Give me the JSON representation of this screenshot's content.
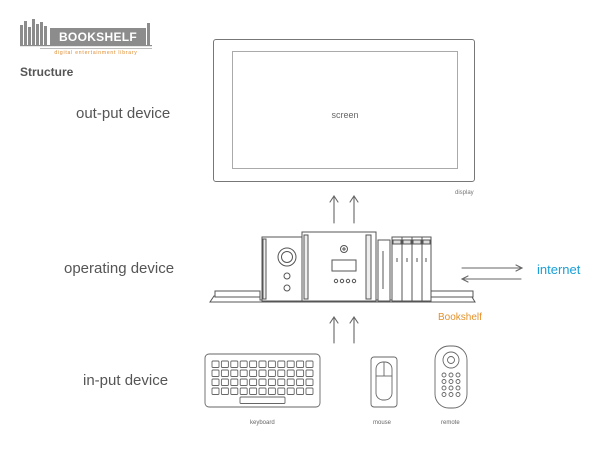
{
  "logo": {
    "wordmark": "BOOKSHELF",
    "tagline": "digital entertainment library"
  },
  "section_title": "Structure",
  "levels": {
    "output": "out-put device",
    "operating": "operating device",
    "input": "in-put device"
  },
  "display": {
    "screen_label": "screen",
    "caption": "display"
  },
  "internet_label": "internet",
  "bookshelf_label": "Bookshelf",
  "input_devices": {
    "keyboard": "keyboard",
    "mouse": "mouse",
    "remote": "remote"
  },
  "colors": {
    "internet": "#1aa0d8",
    "bookshelf": "#e3912a",
    "line": "#666666"
  }
}
